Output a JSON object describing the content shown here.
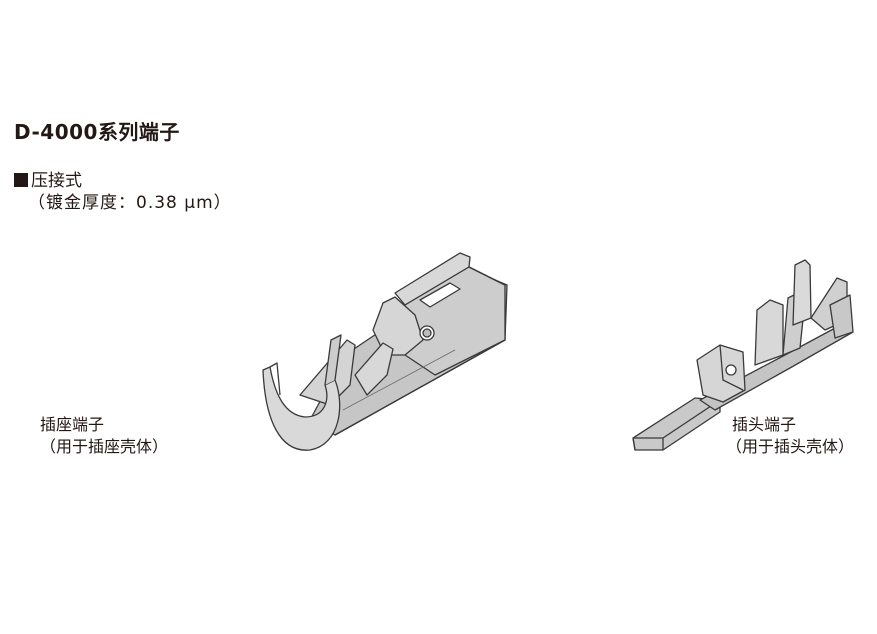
{
  "header": {
    "title": "D-4000系列端子"
  },
  "section": {
    "heading": "压接式",
    "plating_note": "（镀金厚度：0.38 μm）"
  },
  "terminals": [
    {
      "name": "插座端子",
      "usage": "（用于插座壳体）"
    },
    {
      "name": "插头端子",
      "usage": "（用于插头壳体）"
    }
  ],
  "colors": {
    "metal_fill": "#cfcfcf",
    "metal_light": "#e2e2e2",
    "metal_dark": "#b3b3b3",
    "outline": "#3a3a3a",
    "text": "#231815"
  }
}
